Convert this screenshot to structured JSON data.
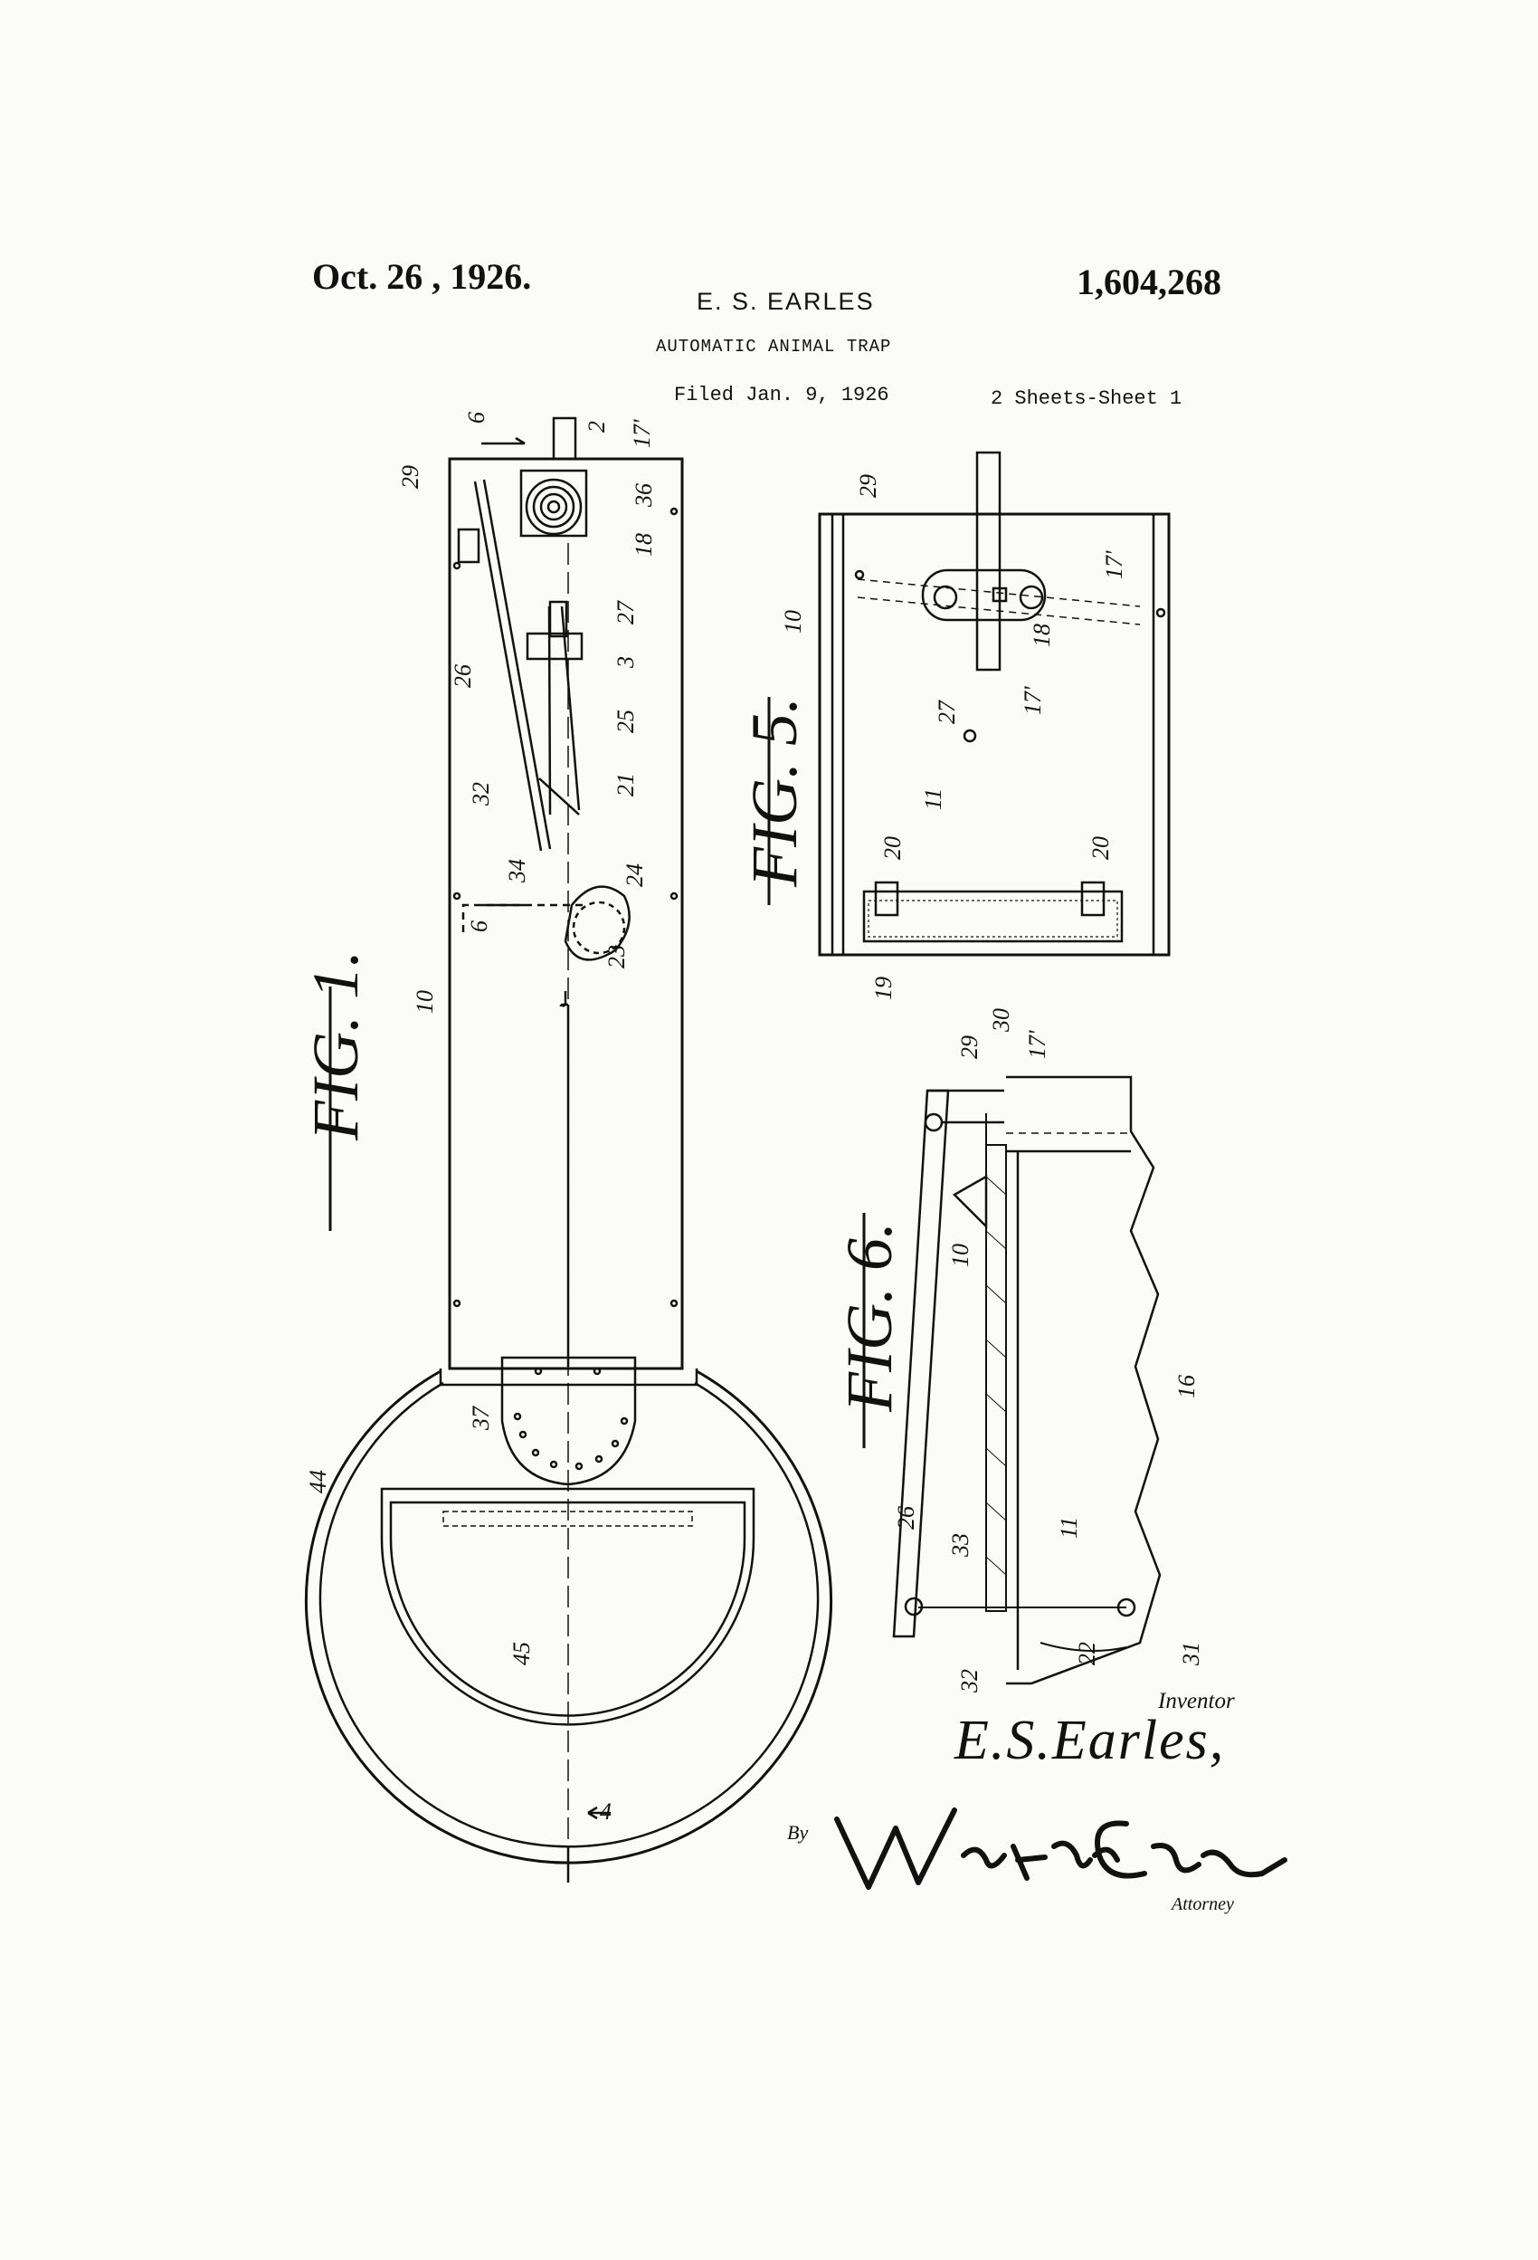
{
  "header": {
    "date": "Oct. 26 , 1926.",
    "patent_number": "1,604,268",
    "inventor": "E. S. EARLES",
    "title": "AUTOMATIC ANIMAL TRAP",
    "filed": "Filed Jan. 9, 1926",
    "sheets": "2 Sheets-Sheet 1"
  },
  "figures": {
    "fig1": "FIG. 1.",
    "fig5": "FIG. 5.",
    "fig6": "FIG. 6."
  },
  "refs_fig1": [
    "6",
    "2",
    "17'",
    "29",
    "36",
    "18",
    "27",
    "3",
    "26",
    "25",
    "21",
    "32",
    "34",
    "24",
    "6",
    "23",
    "10",
    "37",
    "44",
    "45",
    "4"
  ],
  "refs_fig5": [
    "29",
    "10",
    "17'",
    "18",
    "27",
    "17'",
    "11",
    "20",
    "20",
    "19"
  ],
  "refs_fig6": [
    "29",
    "30",
    "17'",
    "10",
    "16",
    "26",
    "33",
    "11",
    "22",
    "31",
    "32"
  ],
  "signature": {
    "inventor_label": "Inventor",
    "inventor_name": "E.S.Earles,",
    "by_label": "By",
    "attorney_name": "Watson E. Coleman",
    "attorney_label": "Attorney"
  }
}
